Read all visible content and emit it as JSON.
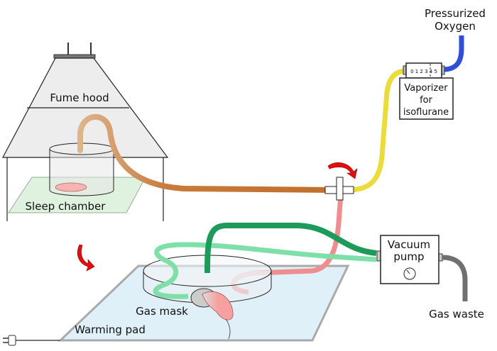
{
  "labels": {
    "fume_hood": "Fume hood",
    "sleep_chamber": "Sleep chamber",
    "oxygen_line1": "Pressurized",
    "oxygen_line2": "Oxygen",
    "vaporizer_line1": "Vaporizer",
    "vaporizer_line2": "for",
    "vaporizer_line3": "isoflurane",
    "vaporizer_scale": "0 1 2 3 4 5",
    "vacuum_line1": "Vacuum",
    "vacuum_line2": "pump",
    "gas_waste": "Gas waste",
    "gas_mask": "Gas mask",
    "warming_pad": "Warming pad"
  },
  "colors": {
    "oxygen_tube": "#2f4fd8",
    "isoflurane_tube": "#ecdc3a",
    "chamber_tube": "#c87a3a",
    "mask_supply_tube": "#1e9a5a",
    "mask_return_tube": "#7ee0a8",
    "pink_tube": "#ee8e8e",
    "waste_tube": "#707070",
    "arrow": "#e01010"
  }
}
